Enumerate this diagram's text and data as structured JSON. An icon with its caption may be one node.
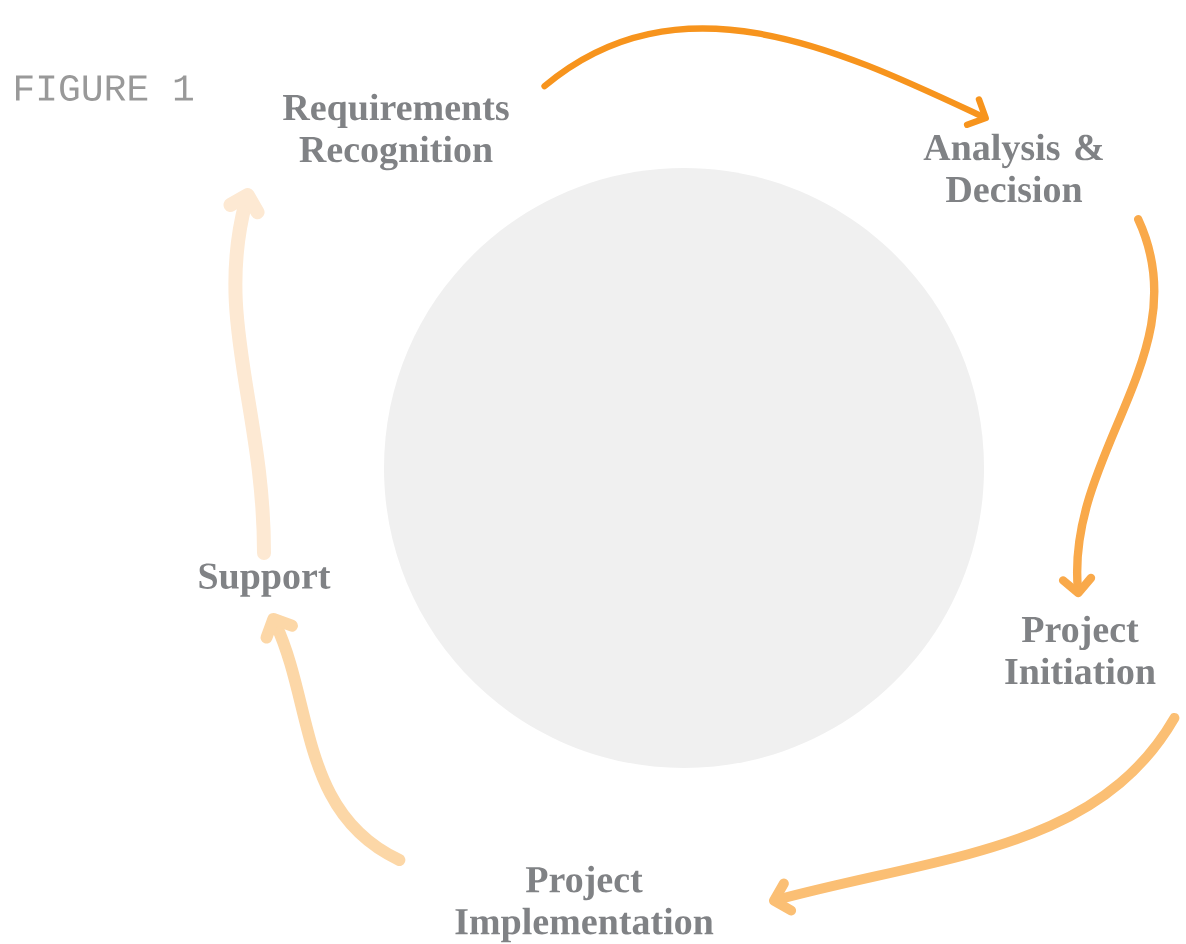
{
  "diagram": {
    "nodes": [
      {
        "text": [
          "Requirements Recognition"
        ]
      },
      {
        "text": [
          "Analysis & Decision"
        ]
      },
      {
        "text": [
          "Project Initiation"
        ]
      },
      {
        "text": [
          "Project Implementation"
        ]
      },
      {
        "text": [
          "Support"
        ]
      }
    ],
    "edges": [
      {
        "from": 0,
        "to": 1,
        "arrow": "to",
        "color": "#f7941d"
      },
      {
        "from": 1,
        "to": 2,
        "arrow": "to",
        "color": "#f9a94a"
      },
      {
        "from": 2,
        "to": 3,
        "arrow": "to",
        "color": "#fbbf74"
      },
      {
        "from": 3,
        "to": 4,
        "arrow": "to",
        "color": "#fcd7a7"
      },
      {
        "from": 4,
        "to": 0,
        "arrow": "to",
        "color": "#fde9d3"
      }
    ],
    "labels": [
      "FIGURE 1"
    ]
  }
}
